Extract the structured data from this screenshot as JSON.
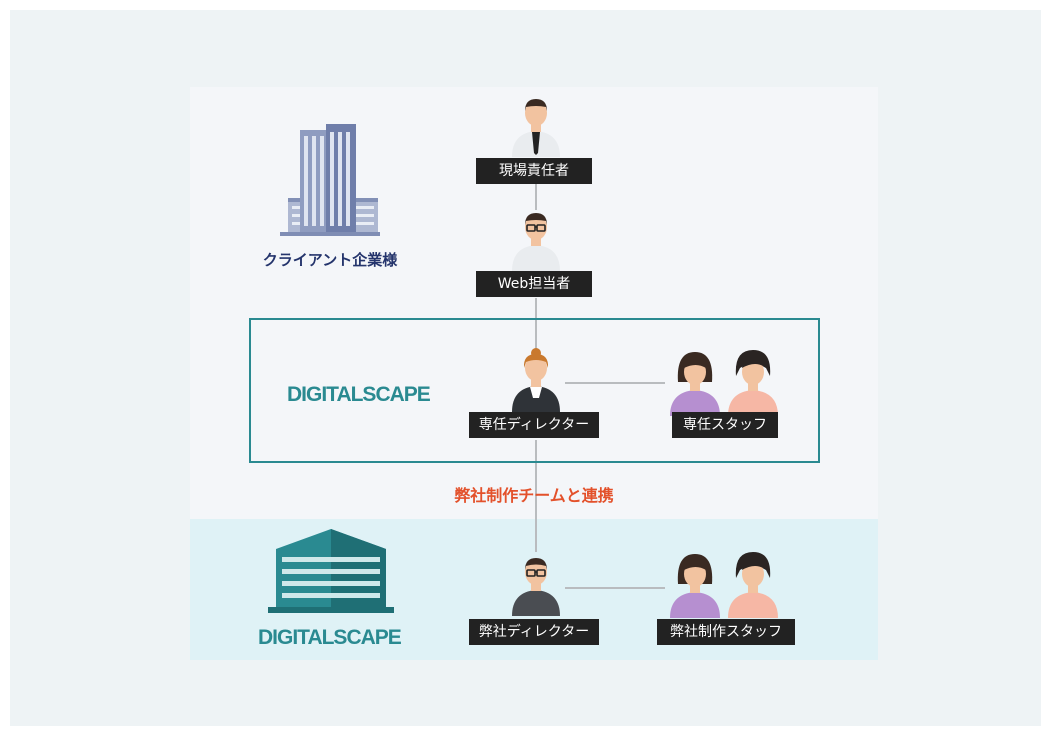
{
  "client": {
    "name": "クライアント企業様",
    "roles": {
      "site_manager": "現場責任者",
      "web_manager": "Web担当者"
    }
  },
  "team": {
    "logo_text": "DIGITALSCAPE",
    "roles": {
      "dedicated_director": "専任ディレクター",
      "dedicated_staff": "専任スタッフ"
    }
  },
  "collaboration_label": "弊社制作チームと連携",
  "company": {
    "logo_text": "DIGITALSCAPE",
    "roles": {
      "director": "弊社ディレクター",
      "production_staff": "弊社制作スタッフ"
    }
  },
  "colors": {
    "client_navy": "#24346c",
    "brand_teal": "#2a8a91",
    "accent_orange": "#e3512b",
    "label_bg": "#222222"
  }
}
